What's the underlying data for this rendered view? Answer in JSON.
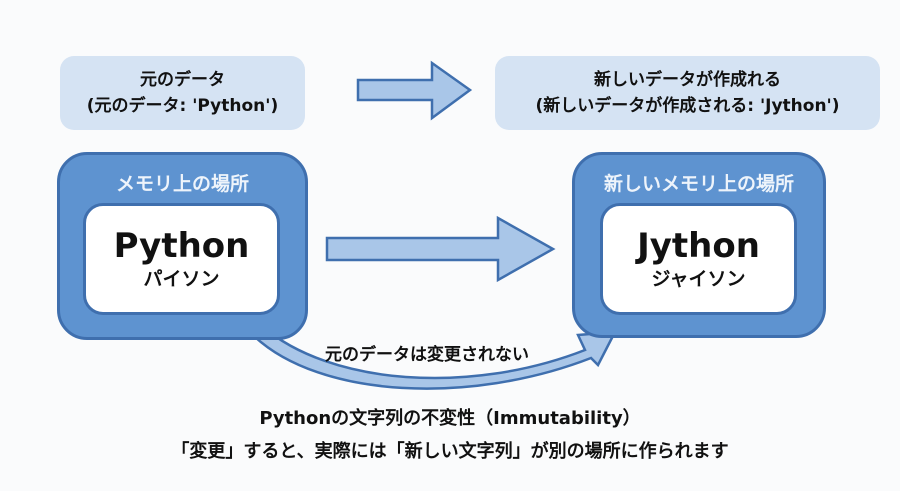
{
  "original_label": {
    "line1": "元のデータ",
    "line2": "(元のデータ: 'Python')"
  },
  "new_label": {
    "line1": "新しいデータが作成れる",
    "line2": "(新しいデータが作成される: 'Jython')"
  },
  "original_memory": {
    "title": "メモリ上の場所",
    "value": "Python",
    "reading": "パイソン"
  },
  "new_memory": {
    "title": "新しいメモリ上の場所",
    "value": "Jython",
    "reading": "ジャイソン"
  },
  "curve_label": "元のデータは変更されない",
  "caption": {
    "line1": "Pythonの文字列の不変性（Immutability）",
    "line2": "「変更」すると、実際には「新しい文字列」が別の場所に作られます"
  },
  "colors": {
    "box_fill": "#5e93d0",
    "box_border": "#3f6fae",
    "label_fill": "#d5e3f3",
    "arrow_fill": "#a9c6e8"
  }
}
